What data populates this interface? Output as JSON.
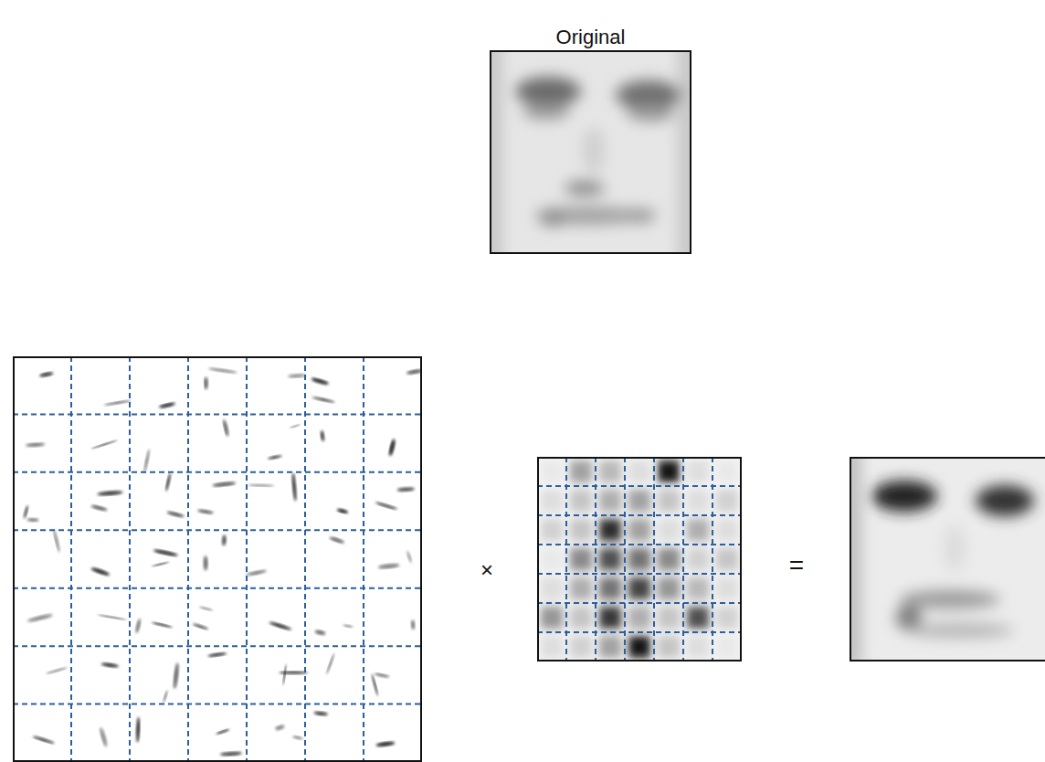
{
  "diagram": {
    "nodes": [
      {
        "text": [
          "Original"
        ]
      }
    ],
    "labels": [
      "×",
      "="
    ]
  }
}
